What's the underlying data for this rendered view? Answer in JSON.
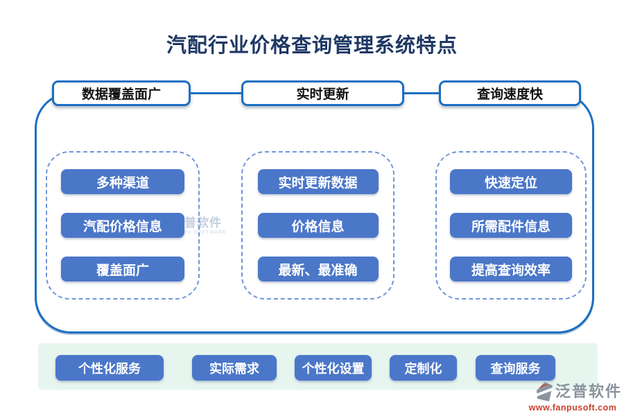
{
  "title": "汽配行业价格查询管理系统特点",
  "colors": {
    "accent": "#1b6ec2",
    "btn": "#4b77c9",
    "title": "#1f3864",
    "dash": "#6f95da",
    "band": "#e7f5ef",
    "red": "#c9402e",
    "gray": "#8b949c"
  },
  "tabs": [
    {
      "label": "数据覆盖面广"
    },
    {
      "label": "实时更新"
    },
    {
      "label": "查询速度快"
    }
  ],
  "columns": [
    {
      "items": [
        "多种渠道",
        "汽配价格信息",
        "覆盖面广"
      ]
    },
    {
      "items": [
        "实时更新数据",
        "价格信息",
        "最新、最准确"
      ]
    },
    {
      "items": [
        "快速定位",
        "所需配件信息",
        "提高查询效率"
      ]
    }
  ],
  "footer": {
    "tags": [
      "个性化服务",
      "实际需求",
      "个性化设置",
      "定制化",
      "查询服务"
    ]
  },
  "watermark": {
    "text": "泛普软件",
    "subtext": "FANPU SOFTWARE"
  },
  "logo": {
    "name": "泛普软件",
    "url": "www.fanpusoft.com"
  }
}
